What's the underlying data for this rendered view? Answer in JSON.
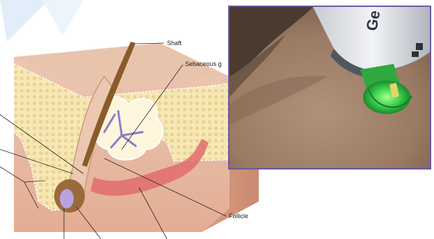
{
  "diagram": {
    "labels": {
      "shaft": "Shaft",
      "sebaceous": "Sebaceous g",
      "follicle": "Follicle"
    }
  },
  "photo": {
    "device_text": "Ge"
  },
  "colors": {
    "epidermis": "#f6e7b4",
    "dermis": "#e7b9a2",
    "hair": "#8b5a2b",
    "gland": "#8f7bc8",
    "blood": "#e06c6c",
    "laser": "#3bd14d",
    "frame": "#6b5aa0"
  }
}
